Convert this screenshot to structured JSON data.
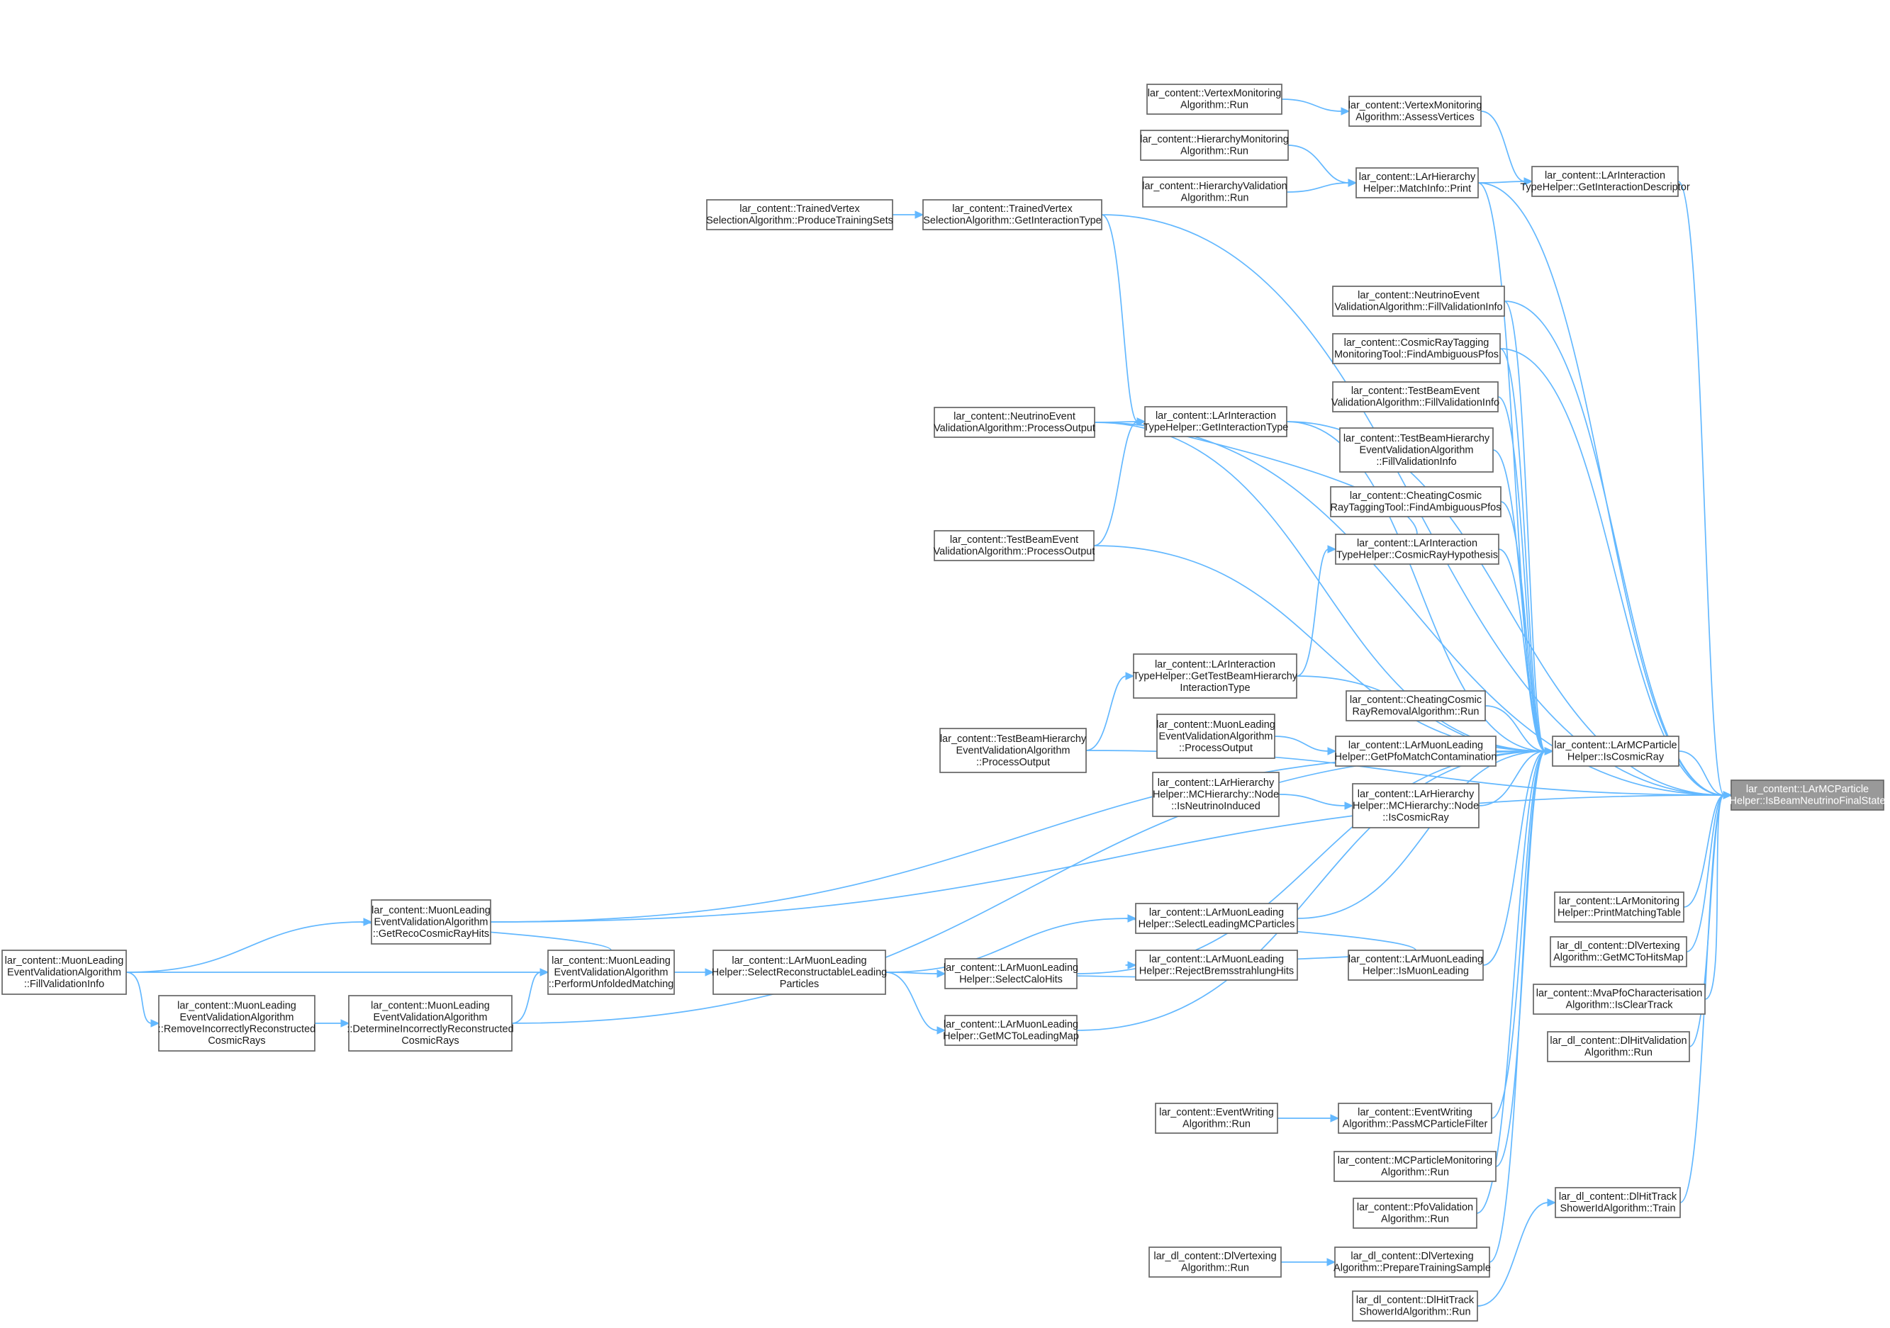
{
  "diagram": {
    "focus_node": "n_focus",
    "nodes": [
      {
        "id": "n_focus",
        "lines": [
          "lar_content::LArMCParticle",
          "Helper::IsBeamNeutrinoFinalState"
        ],
        "focus": true
      },
      {
        "id": "n_iscr",
        "lines": [
          "lar_content::LArMCParticle",
          "Helper::IsCosmicRay"
        ]
      },
      {
        "id": "n_getdesc",
        "lines": [
          "lar_content::LArInteraction",
          "TypeHelper::GetInteractionDescriptor"
        ]
      },
      {
        "id": "n_assess",
        "lines": [
          "lar_content::VertexMonitoring",
          "Algorithm::AssessVertices"
        ]
      },
      {
        "id": "n_vmrun",
        "lines": [
          "lar_content::VertexMonitoring",
          "Algorithm::Run"
        ]
      },
      {
        "id": "n_matchinfo",
        "lines": [
          "lar_content::LArHierarchy",
          "Helper::MatchInfo::Print"
        ]
      },
      {
        "id": "n_hmonrun",
        "lines": [
          "lar_content::HierarchyMonitoring",
          "Algorithm::Run"
        ]
      },
      {
        "id": "n_hvalrun",
        "lines": [
          "lar_content::HierarchyValidation",
          "Algorithm::Run"
        ]
      },
      {
        "id": "n_tvsgit",
        "lines": [
          "lar_content::TrainedVertex",
          "SelectionAlgorithm::GetInteractionType"
        ]
      },
      {
        "id": "n_tvspts",
        "lines": [
          "lar_content::TrainedVertex",
          "SelectionAlgorithm::ProduceTrainingSets"
        ]
      },
      {
        "id": "n_nevfvi",
        "lines": [
          "lar_content::NeutrinoEvent",
          "ValidationAlgorithm::FillValidationInfo"
        ]
      },
      {
        "id": "n_crtfap",
        "lines": [
          "lar_content::CosmicRayTagging",
          "MonitoringTool::FindAmbiguousPfos"
        ]
      },
      {
        "id": "n_tbevfvi",
        "lines": [
          "lar_content::TestBeamEvent",
          "ValidationAlgorithm::FillValidationInfo"
        ]
      },
      {
        "id": "n_tbhevfvi",
        "lines": [
          "lar_content::TestBeamHierarchy",
          "EventValidationAlgorithm",
          "::FillValidationInfo"
        ]
      },
      {
        "id": "n_ccrtfap",
        "lines": [
          "lar_content::CheatingCosmic",
          "RayTaggingTool::FindAmbiguousPfos"
        ]
      },
      {
        "id": "n_crhyp",
        "lines": [
          "lar_content::LArInteraction",
          "TypeHelper::CosmicRayHypothesis"
        ]
      },
      {
        "id": "n_git",
        "lines": [
          "lar_content::LArInteraction",
          "TypeHelper::GetInteractionType"
        ]
      },
      {
        "id": "n_nevpo",
        "lines": [
          "lar_content::NeutrinoEvent",
          "ValidationAlgorithm::ProcessOutput"
        ]
      },
      {
        "id": "n_tbevpo",
        "lines": [
          "lar_content::TestBeamEvent",
          "ValidationAlgorithm::ProcessOutput"
        ]
      },
      {
        "id": "n_gtbhit",
        "lines": [
          "lar_content::LArInteraction",
          "TypeHelper::GetTestBeamHierarchy",
          "InteractionType"
        ]
      },
      {
        "id": "n_tbhevpo",
        "lines": [
          "lar_content::TestBeamHierarchy",
          "EventValidationAlgorithm",
          "::ProcessOutput"
        ]
      },
      {
        "id": "n_ccrrrun",
        "lines": [
          "lar_content::CheatingCosmic",
          "RayRemovalAlgorithm::Run"
        ]
      },
      {
        "id": "n_mlevpo",
        "lines": [
          "lar_content::MuonLeading",
          "EventValidationAlgorithm",
          "::ProcessOutput"
        ]
      },
      {
        "id": "n_gpfomc",
        "lines": [
          "lar_content::LArMuonLeading",
          "Helper::GetPfoMatchContamination"
        ]
      },
      {
        "id": "n_nodeni",
        "lines": [
          "lar_content::LArHierarchy",
          "Helper::MCHierarchy::Node",
          "::IsNeutrinoInduced"
        ]
      },
      {
        "id": "n_nodecr",
        "lines": [
          "lar_content::LArHierarchy",
          "Helper::MCHierarchy::Node",
          "::IsCosmicRay"
        ]
      },
      {
        "id": "n_pmt",
        "lines": [
          "lar_content::LArMonitoring",
          "Helper::PrintMatchingTable"
        ]
      },
      {
        "id": "n_gmcth",
        "lines": [
          "lar_dl_content::DlVertexing",
          "Algorithm::GetMCToHitsMap"
        ]
      },
      {
        "id": "n_mvaict",
        "lines": [
          "lar_content::MvaPfoCharacterisation",
          "Algorithm::IsClearTrack"
        ]
      },
      {
        "id": "n_dlhvrun",
        "lines": [
          "lar_dl_content::DlHitValidation",
          "Algorithm::Run"
        ]
      },
      {
        "id": "n_slmcp",
        "lines": [
          "lar_content::LArMuonLeading",
          "Helper::SelectLeadingMCParticles"
        ]
      },
      {
        "id": "n_ismuon",
        "lines": [
          "lar_content::LArMuonLeading",
          "Helper::IsMuonLeading"
        ]
      },
      {
        "id": "n_rbh",
        "lines": [
          "lar_content::LArMuonLeading",
          "Helper::RejectBremsstrahlungHits"
        ]
      },
      {
        "id": "n_sch",
        "lines": [
          "lar_content::LArMuonLeading",
          "Helper::SelectCaloHits"
        ]
      },
      {
        "id": "n_gmctlm",
        "lines": [
          "lar_content::LArMuonLeading",
          "Helper::GetMCToLeadingMap"
        ]
      },
      {
        "id": "n_srlp",
        "lines": [
          "lar_content::LArMuonLeading",
          "Helper::SelectReconstructableLeading",
          "Particles"
        ]
      },
      {
        "id": "n_grcrh",
        "lines": [
          "lar_content::MuonLeading",
          "EventValidationAlgorithm",
          "::GetRecoCosmicRayHits"
        ]
      },
      {
        "id": "n_pum",
        "lines": [
          "lar_content::MuonLeading",
          "EventValidationAlgorithm",
          "::PerformUnfoldedMatching"
        ]
      },
      {
        "id": "n_dircr",
        "lines": [
          "lar_content::MuonLeading",
          "EventValidationAlgorithm",
          "::DetermineIncorrectlyReconstructed",
          "CosmicRays"
        ]
      },
      {
        "id": "n_rircr",
        "lines": [
          "lar_content::MuonLeading",
          "EventValidationAlgorithm",
          "::RemoveIncorrectlyReconstructed",
          "CosmicRays"
        ]
      },
      {
        "id": "n_mlfvi",
        "lines": [
          "lar_content::MuonLeading",
          "EventValidationAlgorithm",
          "::FillValidationInfo"
        ]
      },
      {
        "id": "n_ewrun",
        "lines": [
          "lar_content::EventWriting",
          "Algorithm::Run"
        ]
      },
      {
        "id": "n_ewpass",
        "lines": [
          "lar_content::EventWriting",
          "Algorithm::PassMCParticleFilter"
        ]
      },
      {
        "id": "n_mcpmrun",
        "lines": [
          "lar_content::MCParticleMonitoring",
          "Algorithm::Run"
        ]
      },
      {
        "id": "n_pfovrun",
        "lines": [
          "lar_content::PfoValidation",
          "Algorithm::Run"
        ]
      },
      {
        "id": "n_dlvrun",
        "lines": [
          "lar_dl_content::DlVertexing",
          "Algorithm::Run"
        ]
      },
      {
        "id": "n_dlvpts",
        "lines": [
          "lar_dl_content::DlVertexing",
          "Algorithm::PrepareTrainingSample"
        ]
      },
      {
        "id": "n_dlhtstrain",
        "lines": [
          "lar_dl_content::DlHitTrack",
          "ShowerIdAlgorithm::Train"
        ]
      },
      {
        "id": "n_dlhtsrun",
        "lines": [
          "lar_dl_content::DlHitTrack",
          "ShowerIdAlgorithm::Run"
        ]
      }
    ],
    "edges": [
      [
        "n_iscr",
        "n_focus"
      ],
      [
        "n_getdesc",
        "n_focus"
      ],
      [
        "n_tvsgit",
        "n_focus"
      ],
      [
        "n_matchinfo",
        "n_focus"
      ],
      [
        "n_nevfvi",
        "n_focus"
      ],
      [
        "n_crtfap",
        "n_focus"
      ],
      [
        "n_nevpo",
        "n_focus"
      ],
      [
        "n_git",
        "n_focus"
      ],
      [
        "n_tbhevpo",
        "n_focus"
      ],
      [
        "n_grcrh",
        "n_focus"
      ],
      [
        "n_pmt",
        "n_focus"
      ],
      [
        "n_gmcth",
        "n_focus"
      ],
      [
        "n_mvaict",
        "n_focus"
      ],
      [
        "n_dlhvrun",
        "n_focus"
      ],
      [
        "n_dlhtstrain",
        "n_focus"
      ],
      [
        "n_assess",
        "n_getdesc"
      ],
      [
        "n_matchinfo",
        "n_getdesc"
      ],
      [
        "n_vmrun",
        "n_assess"
      ],
      [
        "n_hmonrun",
        "n_matchinfo"
      ],
      [
        "n_hvalrun",
        "n_matchinfo"
      ],
      [
        "n_tvspts",
        "n_tvsgit"
      ],
      [
        "n_tvsgit",
        "n_git"
      ],
      [
        "n_nevpo",
        "n_git"
      ],
      [
        "n_tbevpo",
        "n_git"
      ],
      [
        "n_crhyp",
        "n_git"
      ],
      [
        "n_gtbhit",
        "n_crhyp"
      ],
      [
        "n_tbhevpo",
        "n_gtbhit"
      ],
      [
        "n_mlevpo",
        "n_gpfomc"
      ],
      [
        "n_nodeni",
        "n_nodecr"
      ],
      [
        "n_ewrun",
        "n_ewpass"
      ],
      [
        "n_dlvrun",
        "n_dlvpts"
      ],
      [
        "n_dlhtsrun",
        "n_dlhtstrain"
      ],
      [
        "n_matchinfo",
        "n_iscr"
      ],
      [
        "n_nevfvi",
        "n_iscr"
      ],
      [
        "n_crtfap",
        "n_iscr"
      ],
      [
        "n_tbevfvi",
        "n_iscr"
      ],
      [
        "n_tbhevfvi",
        "n_iscr"
      ],
      [
        "n_ccrtfap",
        "n_iscr"
      ],
      [
        "n_crhyp",
        "n_iscr"
      ],
      [
        "n_git",
        "n_iscr"
      ],
      [
        "n_nevpo",
        "n_iscr"
      ],
      [
        "n_tbevpo",
        "n_iscr"
      ],
      [
        "n_gtbhit",
        "n_iscr"
      ],
      [
        "n_ccrrrun",
        "n_iscr"
      ],
      [
        "n_gpfomc",
        "n_iscr"
      ],
      [
        "n_nodecr",
        "n_iscr"
      ],
      [
        "n_slmcp",
        "n_iscr"
      ],
      [
        "n_ismuon",
        "n_iscr"
      ],
      [
        "n_sch",
        "n_iscr"
      ],
      [
        "n_gmctlm",
        "n_iscr"
      ],
      [
        "n_dircr",
        "n_iscr"
      ],
      [
        "n_ewpass",
        "n_iscr"
      ],
      [
        "n_mcpmrun",
        "n_iscr"
      ],
      [
        "n_pfovrun",
        "n_iscr"
      ],
      [
        "n_dlvpts",
        "n_iscr"
      ],
      [
        "n_grcrh",
        "n_iscr"
      ],
      [
        "n_ismuon",
        "n_slmcp"
      ],
      [
        "n_ismuon",
        "n_rbh"
      ],
      [
        "n_rbh",
        "n_sch"
      ],
      [
        "n_srlp",
        "n_slmcp"
      ],
      [
        "n_srlp",
        "n_sch"
      ],
      [
        "n_srlp",
        "n_gmctlm"
      ],
      [
        "n_pum",
        "n_srlp"
      ],
      [
        "n_pum",
        "n_grcrh"
      ],
      [
        "n_dircr",
        "n_pum"
      ],
      [
        "n_mlfvi",
        "n_grcrh"
      ],
      [
        "n_mlfvi",
        "n_pum"
      ],
      [
        "n_mlfvi",
        "n_rircr"
      ],
      [
        "n_rircr",
        "n_dircr"
      ]
    ]
  }
}
